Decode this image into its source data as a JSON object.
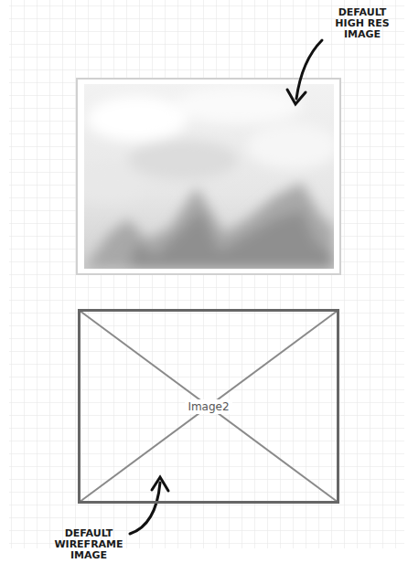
{
  "diagram": {
    "nodes": [
      {
        "text": [
          "Image2"
        ]
      }
    ],
    "labels": [
      "DEFAULT HIGH RES IMAGE",
      "DEFAULT WIREFRAME IMAGE"
    ]
  }
}
